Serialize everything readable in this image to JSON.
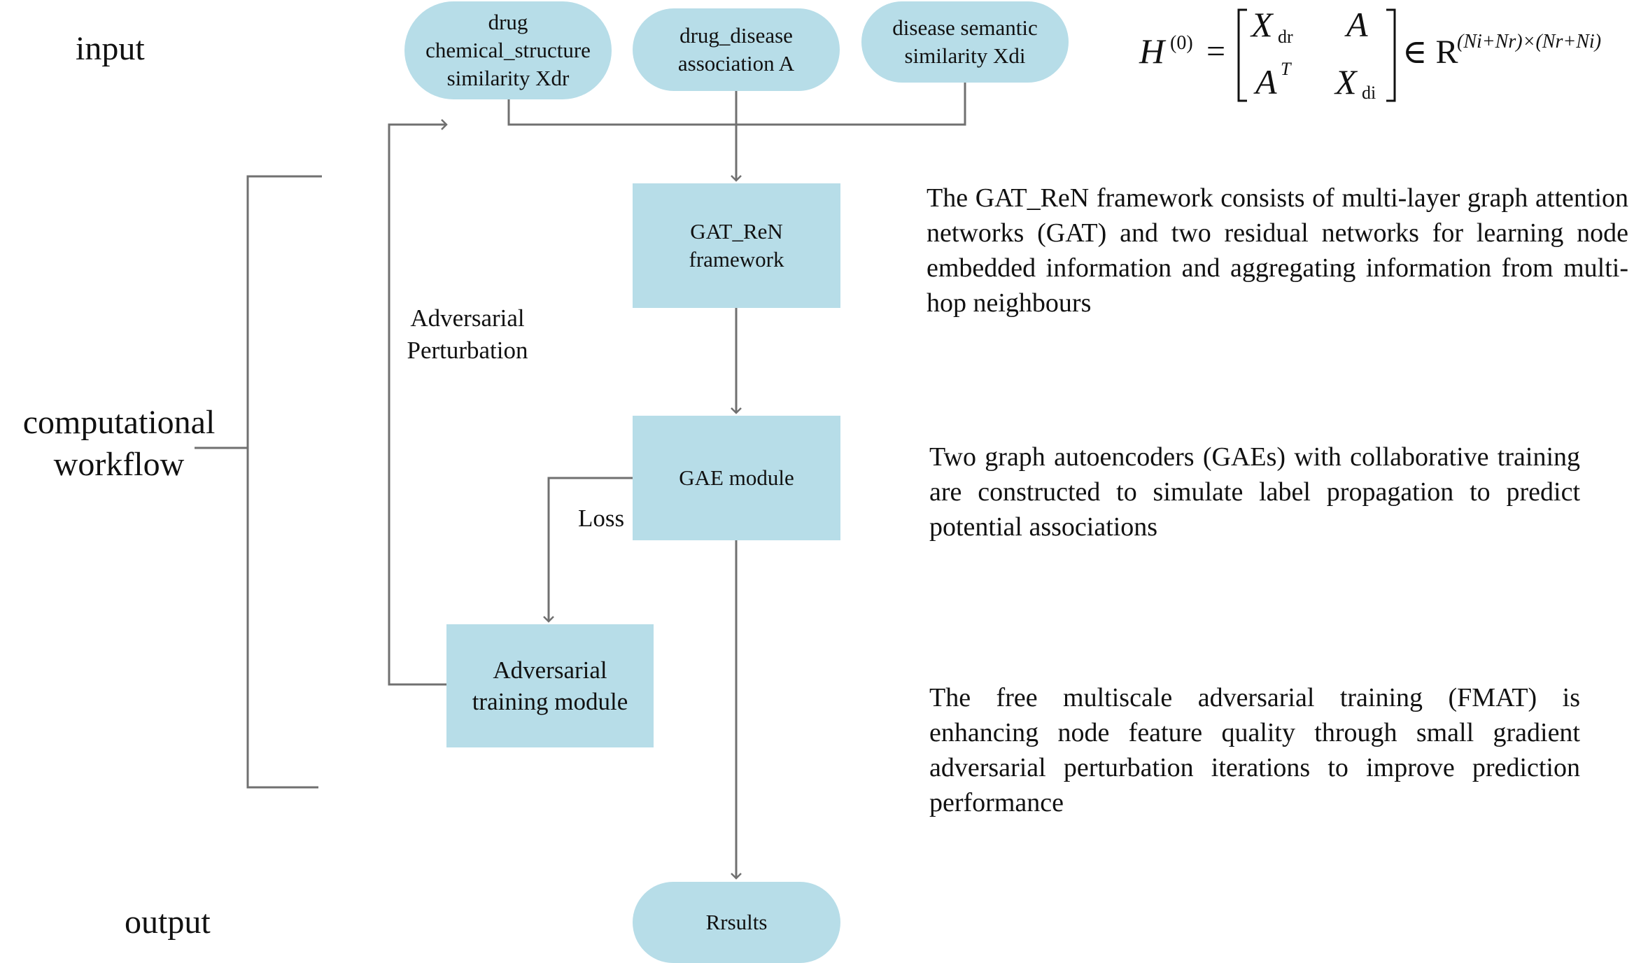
{
  "side_labels": {
    "input": "input",
    "workflow": "computational\nworkflow",
    "output": "output"
  },
  "inputs": {
    "drug_similarity": "drug\nchemical_structure\nsimilarity Xdr",
    "association": "drug_disease\nassociation A",
    "disease_similarity": "disease semantic\nsimilarity Xdi"
  },
  "modules": {
    "gat_ren": "GAT_ReN\nframework",
    "gae": "GAE module",
    "adversarial": "Adversarial\ntraining module",
    "results": "Rrsults"
  },
  "edge_labels": {
    "perturbation": "Adversarial\nPerturbation",
    "loss": "Loss"
  },
  "descriptions": {
    "gat_ren": "The GAT_ReN framework consists of multi-layer graph attention networks (GAT) and two residual networks for learning node embedded information and aggregating information from multi-hop neighbours",
    "gae": "Two graph autoencoders (GAEs) with collaborative training are constructed to simulate label propagation to predict potential associations",
    "fmat": "The free multiscale adversarial training (FMAT) is enhancing node feature quality through small gradient adversarial perturbation iterations to improve prediction performance"
  },
  "formula": {
    "lhs": "H",
    "lhs_sup": "(0)",
    "eq": "=",
    "m11": "X",
    "m11_sub": "dr",
    "m12": "A",
    "m21": "A",
    "m21_sup": "T",
    "m22": "X",
    "m22_sub": "di",
    "in": "∈ R",
    "dim": "(Ni+Nr)×(Nr+Ni)"
  },
  "colors": {
    "node_fill": "#b7dde8",
    "line": "#707070"
  }
}
